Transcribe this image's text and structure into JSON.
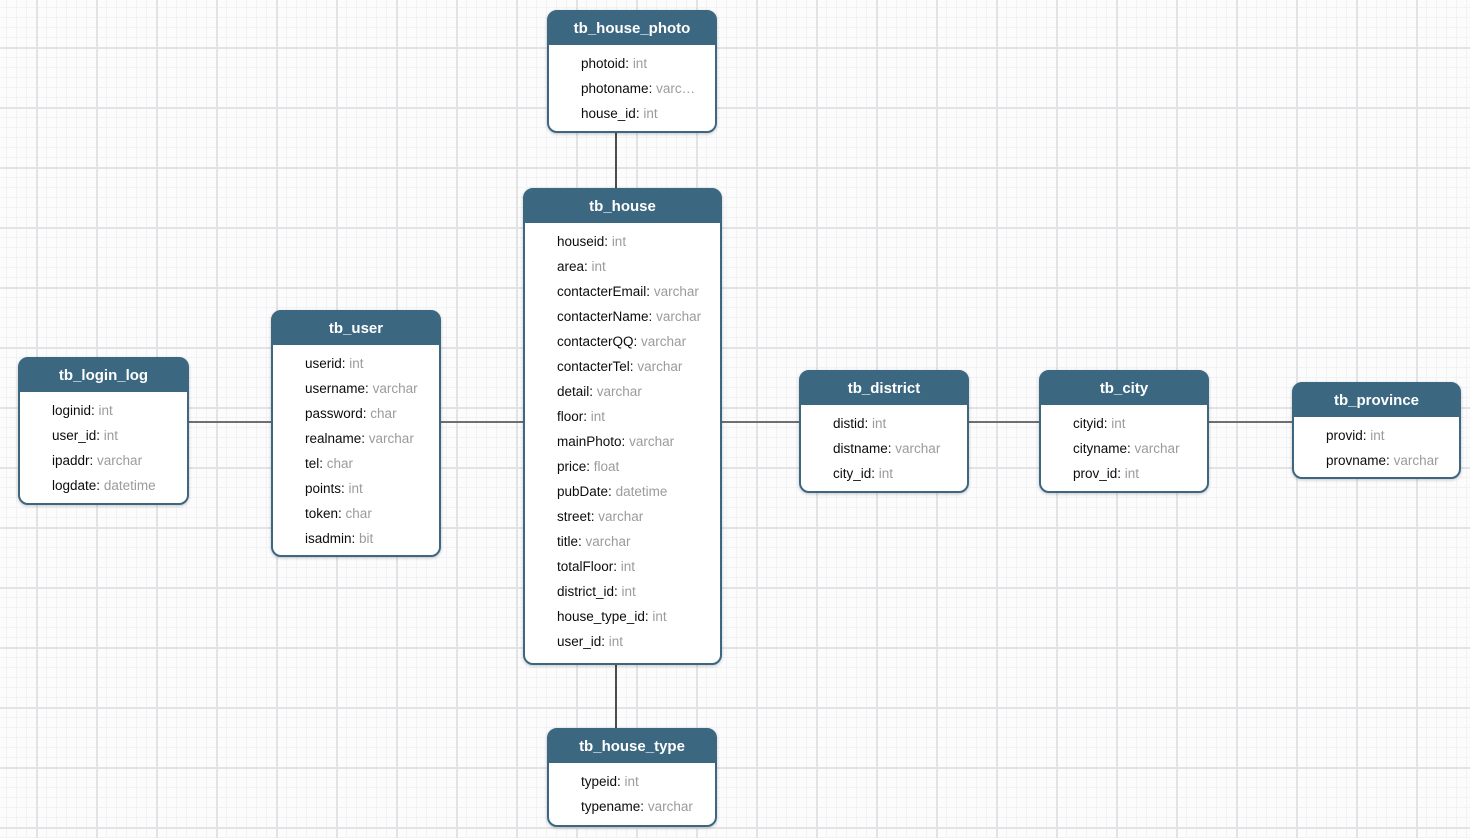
{
  "colors": {
    "header_fill": "#3b6781",
    "header_text": "#ffffff",
    "field_name": "#0c0c0c",
    "field_type": "#9b9b9f",
    "connector": "#6f6f6f",
    "grid_major": "#e3e3e6",
    "grid_minor": "#f2f2f4",
    "canvas_background": "#fcfcfc"
  },
  "tables": {
    "tb_house_photo": {
      "title": "tb_house_photo",
      "fields": [
        {
          "name": "photoid",
          "type": "int"
        },
        {
          "name": "photoname",
          "type": "varc…"
        },
        {
          "name": "house_id",
          "type": "int"
        }
      ]
    },
    "tb_house": {
      "title": "tb_house",
      "fields": [
        {
          "name": "houseid",
          "type": "int"
        },
        {
          "name": "area",
          "type": "int"
        },
        {
          "name": "contacterEmail",
          "type": "varchar"
        },
        {
          "name": "contacterName",
          "type": "varchar"
        },
        {
          "name": "contacterQQ",
          "type": "varchar"
        },
        {
          "name": "contacterTel",
          "type": "varchar"
        },
        {
          "name": "detail",
          "type": "varchar"
        },
        {
          "name": "floor",
          "type": "int"
        },
        {
          "name": "mainPhoto",
          "type": "varchar"
        },
        {
          "name": "price",
          "type": "float"
        },
        {
          "name": "pubDate",
          "type": "datetime"
        },
        {
          "name": "street",
          "type": "varchar"
        },
        {
          "name": "title",
          "type": "varchar"
        },
        {
          "name": "totalFloor",
          "type": "int"
        },
        {
          "name": "district_id",
          "type": "int"
        },
        {
          "name": "house_type_id",
          "type": "int"
        },
        {
          "name": "user_id",
          "type": "int"
        }
      ]
    },
    "tb_user": {
      "title": "tb_user",
      "fields": [
        {
          "name": "userid",
          "type": "int"
        },
        {
          "name": "username",
          "type": "varchar"
        },
        {
          "name": "password",
          "type": "char"
        },
        {
          "name": "realname",
          "type": "varchar"
        },
        {
          "name": "tel",
          "type": "char"
        },
        {
          "name": "points",
          "type": "int"
        },
        {
          "name": "token",
          "type": "char"
        },
        {
          "name": "isadmin",
          "type": "bit"
        }
      ]
    },
    "tb_login_log": {
      "title": "tb_login_log",
      "fields": [
        {
          "name": "loginid",
          "type": "int"
        },
        {
          "name": "user_id",
          "type": "int"
        },
        {
          "name": "ipaddr",
          "type": "varchar"
        },
        {
          "name": "logdate",
          "type": "datetime"
        }
      ]
    },
    "tb_district": {
      "title": "tb_district",
      "fields": [
        {
          "name": "distid",
          "type": "int"
        },
        {
          "name": "distname",
          "type": "varchar"
        },
        {
          "name": "city_id",
          "type": "int"
        }
      ]
    },
    "tb_city": {
      "title": "tb_city",
      "fields": [
        {
          "name": "cityid",
          "type": "int"
        },
        {
          "name": "cityname",
          "type": "varchar"
        },
        {
          "name": "prov_id",
          "type": "int"
        }
      ]
    },
    "tb_province": {
      "title": "tb_province",
      "fields": [
        {
          "name": "provid",
          "type": "int"
        },
        {
          "name": "provname",
          "type": "varchar"
        }
      ]
    },
    "tb_house_type": {
      "title": "tb_house_type",
      "fields": [
        {
          "name": "typeid",
          "type": "int"
        },
        {
          "name": "typename",
          "type": "varchar"
        }
      ]
    }
  },
  "connections": [
    {
      "from": "tb_login_log",
      "to": "tb_user"
    },
    {
      "from": "tb_user",
      "to": "tb_house"
    },
    {
      "from": "tb_house_photo",
      "to": "tb_house"
    },
    {
      "from": "tb_house",
      "to": "tb_house_type"
    },
    {
      "from": "tb_house",
      "to": "tb_district"
    },
    {
      "from": "tb_district",
      "to": "tb_city"
    },
    {
      "from": "tb_city",
      "to": "tb_province"
    }
  ]
}
